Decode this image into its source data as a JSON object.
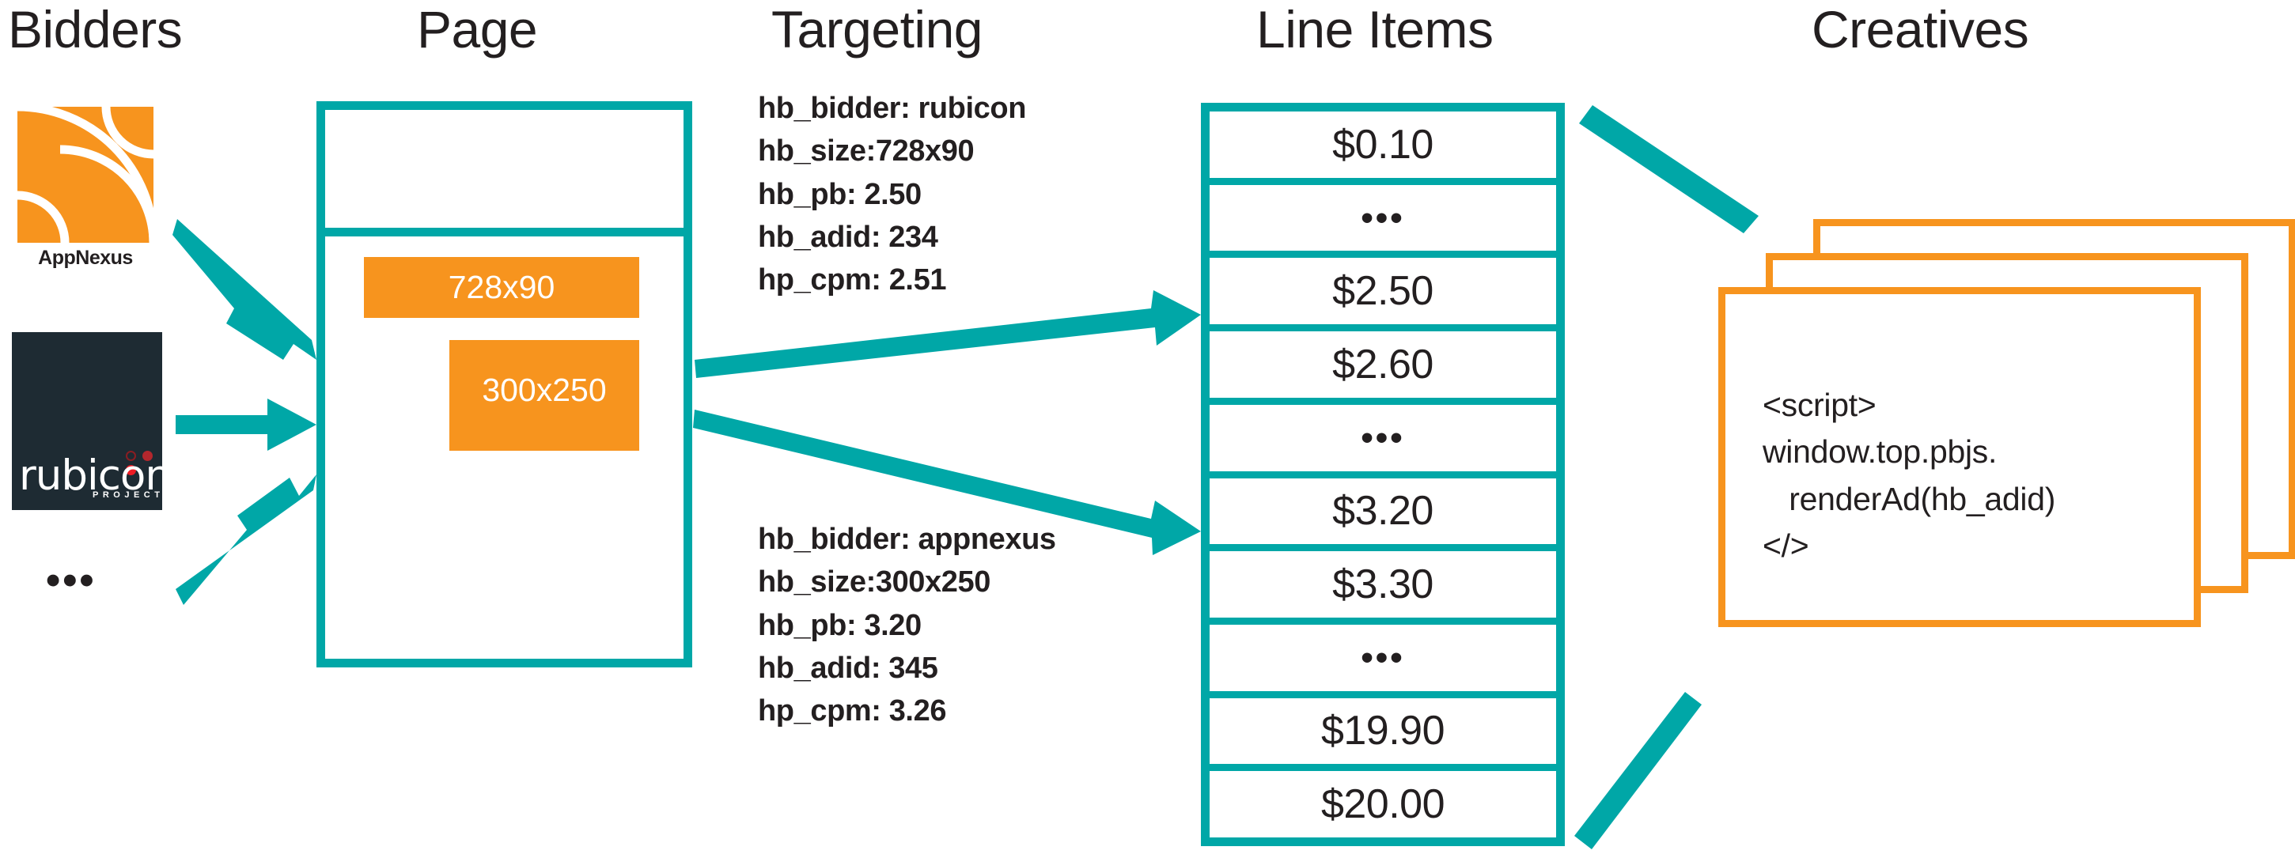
{
  "columns": {
    "bidders": "Bidders",
    "page": "Page",
    "targeting": "Targeting",
    "line_items": "Line Items",
    "creatives": "Creatives"
  },
  "colors": {
    "teal": "#00a7a7",
    "orange": "#f7941e",
    "dark": "#231f20",
    "rubicon_navy": "#1e2b33",
    "rubicon_red": "#ed1c24"
  },
  "bidders": {
    "items": [
      {
        "name": "appnexus",
        "label": "AppNexus"
      },
      {
        "name": "rubicon",
        "label": "rubicon",
        "sublabel": "PROJECT"
      }
    ],
    "more": "•••"
  },
  "page": {
    "ad_slots": [
      {
        "name": "leaderboard",
        "label": "728x90"
      },
      {
        "name": "medium-rectangle",
        "label": "300x250"
      }
    ]
  },
  "targeting": {
    "blocks": [
      {
        "name": "rubicon-targeting",
        "text": "hb_bidder: rubicon\nhb_size:728x90\nhb_pb: 2.50\nhb_adid: 234\nhp_cpm: 2.51",
        "keys": {
          "hb_bidder": "rubicon",
          "hb_size": "728x90",
          "hb_pb": "2.50",
          "hb_adid": "234",
          "hp_cpm": "2.51"
        }
      },
      {
        "name": "appnexus-targeting",
        "text": "hb_bidder: appnexus\nhb_size:300x250\nhb_pb: 3.20\nhb_adid: 345\nhp_cpm: 3.26",
        "keys": {
          "hb_bidder": "appnexus",
          "hb_size": "300x250",
          "hb_pb": "3.20",
          "hb_adid": "345",
          "hp_cpm": "3.26"
        }
      }
    ]
  },
  "line_items": {
    "rows": [
      "$0.10",
      "•••",
      "$2.50",
      "$2.60",
      "•••",
      "$3.20",
      "$3.30",
      "•••",
      "$19.90",
      "$20.00"
    ]
  },
  "creatives": {
    "code": "<script>\nwindow.top.pbjs.\n   renderAd(hb_adid)\n</>"
  }
}
